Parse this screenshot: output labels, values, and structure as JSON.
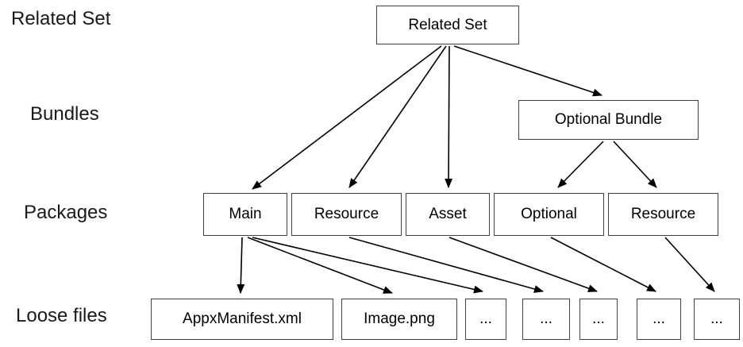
{
  "row_labels": {
    "related_set": "Related Set",
    "bundles": "Bundles",
    "packages": "Packages",
    "loose_files": "Loose files"
  },
  "nodes": {
    "related_set": {
      "label": "Related Set"
    },
    "optional_bundle": {
      "label": "Optional Bundle"
    },
    "packages": [
      {
        "label": "Main"
      },
      {
        "label": "Resource"
      },
      {
        "label": "Asset"
      },
      {
        "label": "Optional"
      },
      {
        "label": "Resource"
      }
    ],
    "loose_files": [
      {
        "label": "AppxManifest.xml"
      },
      {
        "label": "Image.png"
      },
      {
        "label": "..."
      },
      {
        "label": "..."
      },
      {
        "label": "..."
      },
      {
        "label": "..."
      },
      {
        "label": "..."
      }
    ]
  },
  "edges": [
    {
      "from": "Related Set",
      "to": "Main"
    },
    {
      "from": "Related Set",
      "to": "Resource"
    },
    {
      "from": "Related Set",
      "to": "Asset"
    },
    {
      "from": "Related Set",
      "to": "Optional Bundle"
    },
    {
      "from": "Optional Bundle",
      "to": "Optional"
    },
    {
      "from": "Optional Bundle",
      "to": "Resource"
    },
    {
      "from": "Main",
      "to": "AppxManifest.xml"
    },
    {
      "from": "Main",
      "to": "Image.png"
    },
    {
      "from": "Main",
      "to": "..."
    },
    {
      "from": "Resource",
      "to": "..."
    },
    {
      "from": "Asset",
      "to": "..."
    },
    {
      "from": "Optional",
      "to": "..."
    },
    {
      "from": "Resource",
      "to": "..."
    }
  ],
  "colors": {
    "background": "#ffffff",
    "box_border": "#3f3f3f",
    "text": "#000000",
    "arrow": "#000000"
  }
}
